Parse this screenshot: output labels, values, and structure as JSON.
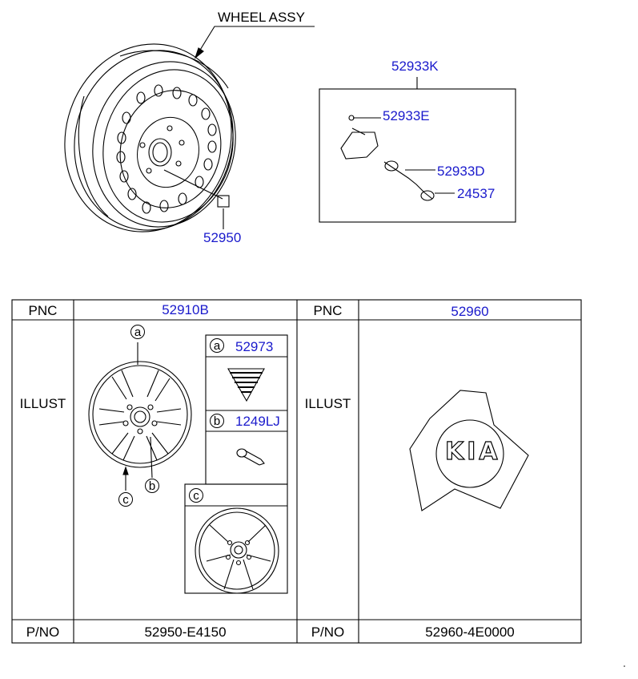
{
  "assembly_title": "WHEEL ASSY",
  "callouts": {
    "wheel_nut": "52950",
    "tpms_kit": "52933K",
    "tpms_screw": "52933E",
    "tpms_valve": "52933D",
    "valve_cap": "24537"
  },
  "table": {
    "left": {
      "pnc_header": "PNC",
      "pnc_value": "52910B",
      "illust_label": "ILLUST",
      "pno_label": "P/NO",
      "pno_value": "52950-E4150",
      "sub_a": {
        "marker": "a",
        "part": "52973"
      },
      "sub_b": {
        "marker": "b",
        "part": "1249LJ"
      },
      "sub_c": {
        "marker": "c"
      },
      "wheel_marks": {
        "a": "a",
        "b": "b",
        "c": "c"
      }
    },
    "right": {
      "pnc_header": "PNC",
      "pnc_value": "52960",
      "illust_label": "ILLUST",
      "pno_label": "P/NO",
      "pno_value": "52960-4E0000",
      "logo_text": "KIA"
    }
  }
}
